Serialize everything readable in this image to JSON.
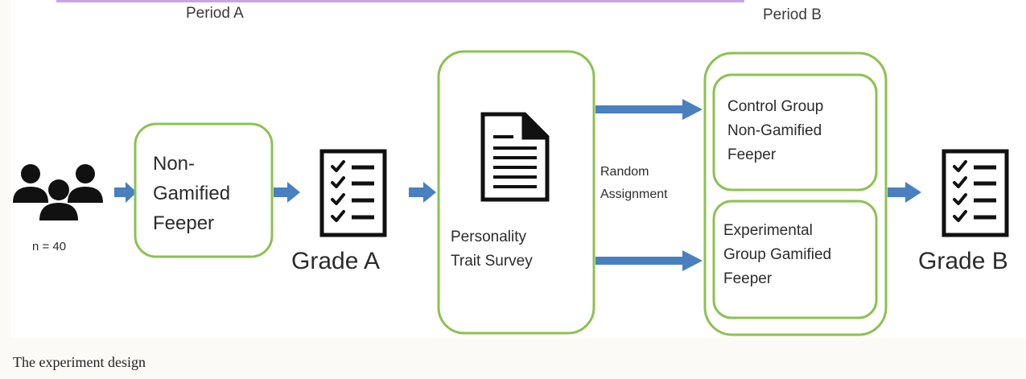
{
  "colors": {
    "box_border": "#8cc152",
    "arrow": "#4a7fc0",
    "icon": "#111111",
    "link_strip": "#9b59d0"
  },
  "labels": {
    "period_a": "Period A",
    "period_b": "Period B",
    "participants": "n = 40",
    "non_gamified": "Non-\nGamified\nFeeper",
    "grade_a": "Grade A",
    "survey": "Personality\nTrait Survey",
    "random": "Random\nAssignment",
    "control": "Control Group\nNon-Gamified\nFeeper",
    "experimental": "Experimental\nGroup Gamified\nFeeper",
    "grade_b": "Grade B"
  },
  "icons": {
    "participants": "people-group-icon",
    "checklist": "checklist-icon",
    "document": "document-icon"
  },
  "caption": "The experiment design"
}
